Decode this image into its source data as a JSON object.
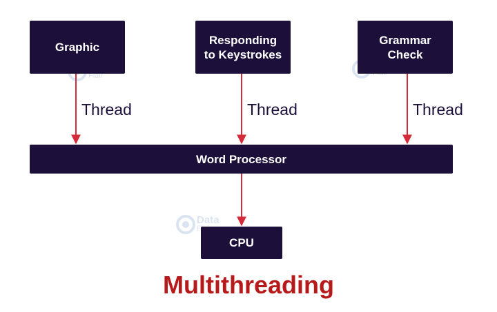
{
  "boxes": {
    "graphic": "Graphic",
    "responding": "Responding\nto Keystrokes",
    "grammar": "Grammar\nCheck",
    "word_processor": "Word Processor",
    "cpu": "CPU"
  },
  "thread_labels": [
    "Thread",
    "Thread",
    "Thread"
  ],
  "title": "Multithreading",
  "watermark": {
    "line1": "Data",
    "line2": "Flair"
  },
  "colors": {
    "box_fill": "#1c0f3a",
    "arrow": "#d42a3a",
    "title": "#b61a1a",
    "watermark": "#1f5fa8"
  }
}
